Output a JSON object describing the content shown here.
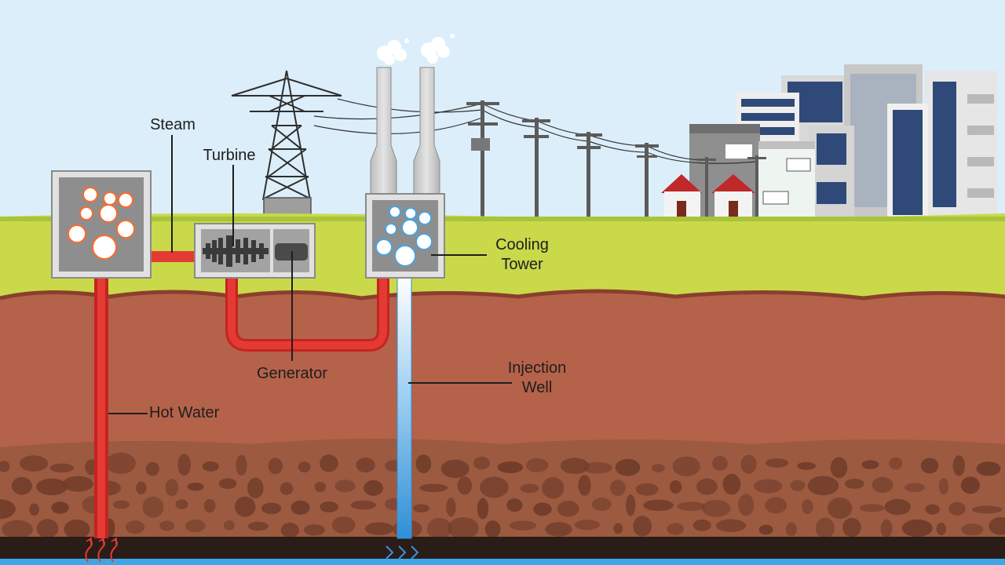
{
  "labels": {
    "steam": "Steam",
    "turbine": "Turbine",
    "generator": "Generator",
    "hot_water": "Hot Water",
    "cooling_tower_line1": "Cooling",
    "cooling_tower_line2": "Tower",
    "injection_well_line1": "Injection",
    "injection_well_line2": "Well"
  },
  "colors": {
    "sky": "#dceefa",
    "grass": "#c9d94a",
    "soil": "#b5624a",
    "rock_layer": "#9c5a40",
    "bedrock": "#2a1c17",
    "hot_pipe": "#e53a34",
    "cold_pipe": "#4aa3e0",
    "aquifer": "#3ea6e6"
  }
}
